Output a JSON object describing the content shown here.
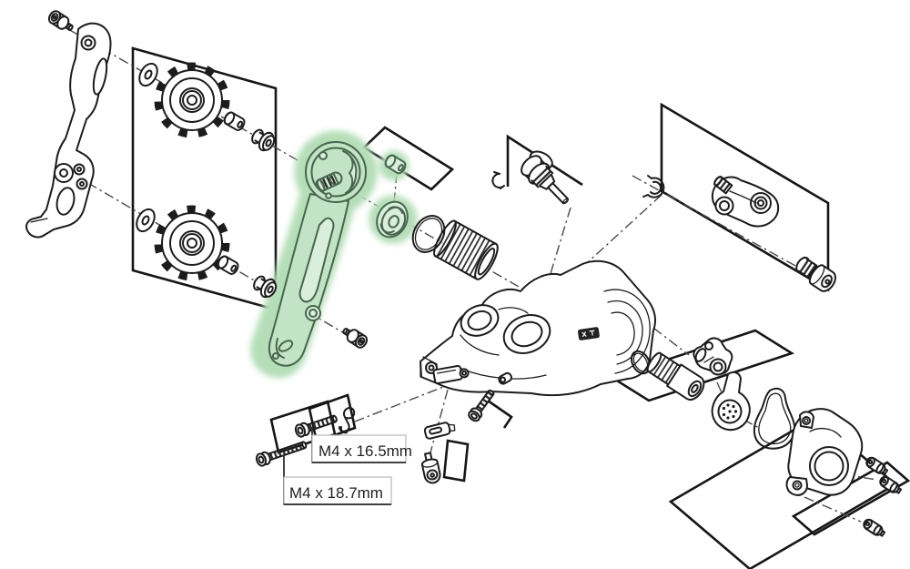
{
  "labels": {
    "screw_16": "M4 x 16.5mm",
    "screw_18": "M4 x 18.7mm"
  },
  "colors": {
    "line": "#1c1c1c",
    "box_line": "#161616",
    "dash_line": "#4a4a4a",
    "highlight": "#b5deb8",
    "highlight_line": "#47654d",
    "label_text": "#1f1f1f",
    "label_border": "#b9b9b9",
    "background": "#ffffff"
  },
  "parts": [
    "mount-bolt",
    "inner-cage-plate",
    "pulley-box",
    "upper-washer",
    "upper-pulley",
    "upper-bushing",
    "upper-pulley-bolt",
    "lower-washer",
    "lower-pulley",
    "lower-bushing",
    "lower-pulley-bolt",
    "outer-cage-plate-highlighted",
    "cage-stop-screw",
    "cage-bushing-highlighted",
    "cage-stopper-disc-highlighted",
    "seal-ring",
    "cage-spring",
    "cable-adjust-barrel",
    "barrel-clip",
    "hanger-circlip",
    "bracket-axle-unit",
    "b-axle-bolt",
    "derailleur-body",
    "cage-screw-16",
    "cage-screw-18",
    "guide-clip",
    "cable-fixing-plate",
    "cable-fixing-bolt",
    "b-tension-screw",
    "b-tension-plate",
    "o-ring",
    "clutch-roller",
    "clutch-joint-block",
    "clutch-cam",
    "cover-gasket",
    "clutch-cover",
    "cover-screw-1",
    "cover-screw-2",
    "cover-screw-3",
    "body-logo-badge"
  ]
}
